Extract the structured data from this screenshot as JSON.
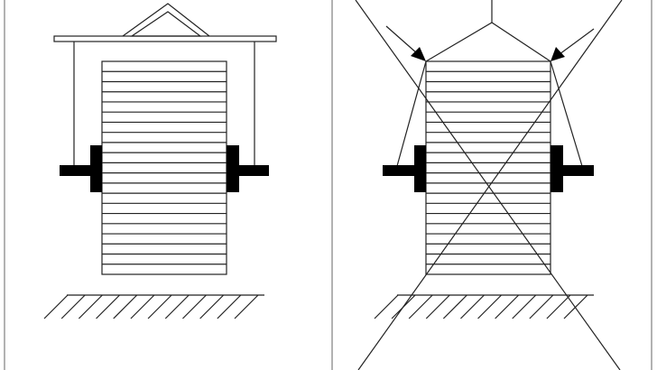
{
  "diagram": {
    "panels": [
      {
        "id": "left",
        "description_free": true
      },
      {
        "id": "right",
        "description_free": true
      }
    ],
    "stripe_count": 21,
    "hatch_count": 12,
    "colors": {
      "stroke": "#222222",
      "fill": "#000000",
      "border": "#999999"
    }
  }
}
